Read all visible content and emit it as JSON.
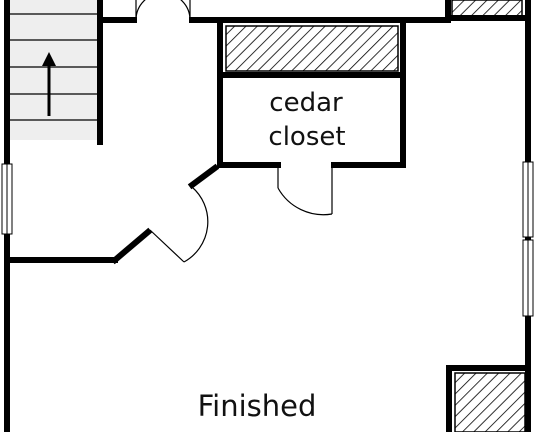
{
  "rooms": {
    "cedar_closet": {
      "line1": "cedar",
      "line2": "closet"
    },
    "finished": {
      "label": "Finished"
    }
  },
  "icons": {
    "stair_arrow": "up-arrow-icon"
  },
  "colors": {
    "wall": "#000000",
    "stair_fill": "#eeeeee",
    "background": "#ffffff"
  }
}
